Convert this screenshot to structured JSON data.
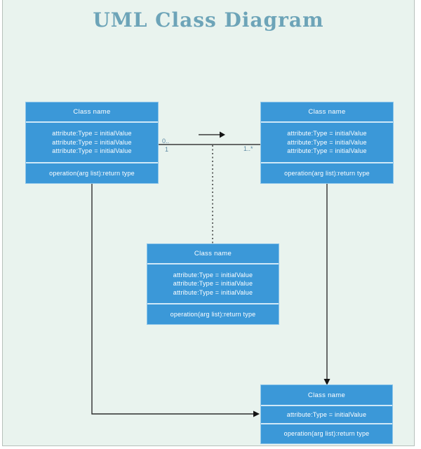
{
  "title": "UML Class Diagram",
  "association": {
    "source_multiplicity_top": "0..",
    "source_multiplicity_bottom": "1",
    "target_multiplicity": "1..*"
  },
  "classes": [
    {
      "position": "top-left",
      "name": "Class name",
      "attributes": [
        "attribute:Type = initialValue",
        "attribute:Type = initialValue",
        "attribute:Type = initialValue"
      ],
      "operations": [
        "operation(arg list):return type"
      ]
    },
    {
      "position": "top-right",
      "name": "Class name",
      "attributes": [
        "attribute:Type = initialValue",
        "attribute:Type = initialValue",
        "attribute:Type = initialValue"
      ],
      "operations": [
        "operation(arg list):return type"
      ]
    },
    {
      "position": "middle",
      "name": "Class name",
      "attributes": [
        "attribute:Type = initialValue",
        "attribute:Type = initialValue",
        "attribute:Type = initialValue"
      ],
      "operations": [
        "operation(arg list):return type"
      ]
    },
    {
      "position": "bottom-right",
      "name": "Class name",
      "attributes": [
        "attribute:Type = initialValue"
      ],
      "operations": [
        "operation(arg list):return type"
      ]
    }
  ],
  "colors": {
    "page_background": "#e9f3ee",
    "page_border": "#b7c0bb",
    "box_fill": "#3b98d8",
    "box_divider": "#cfe8f7",
    "box_text": "#ffffff",
    "title_text": "#6da4b8",
    "connector_line": "#3a3a3a",
    "multiplicity_text": "#5d89a2"
  }
}
